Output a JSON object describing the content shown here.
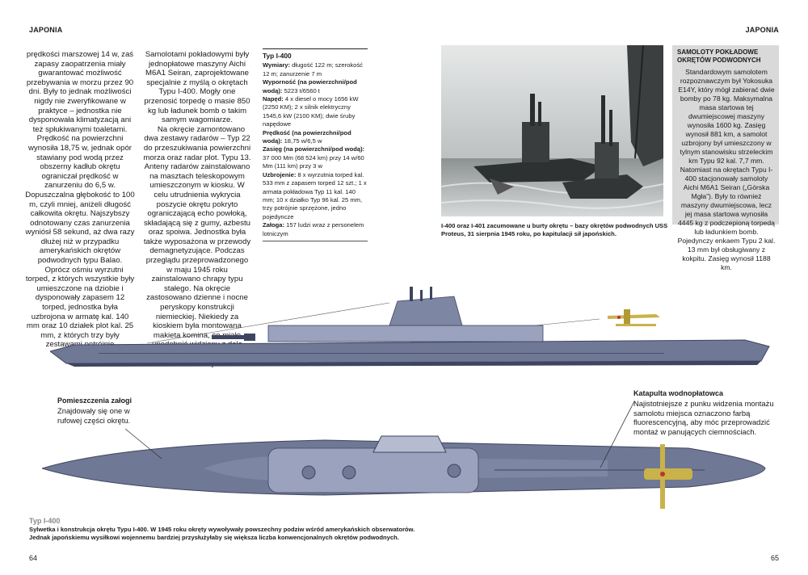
{
  "header": {
    "left": "JAPONIA",
    "right": "JAPONIA"
  },
  "col1": [
    "prędkości marszowej 14 w, zaś zapasy zaopatrzenia miały gwarantować możliwość przebywania w morzu przez 90 dni. Były to jednak możliwości nigdy nie zweryfikowane w praktyce – jednostka nie dysponowała klimatyzacją ani też spłukiwanymi toaletami. Prędkość na powierzchni wynosiła 18,75 w, jednak opór stawiany pod wodą przez obszerny kadłub okrętu ograniczał prędkość w zanurzeniu do 6,5 w. Dopuszczalna głębokość to 100 m, czyli mniej, aniżeli długość całkowita okrętu. Najszybszy odnotowany czas zanurzenia wyniósł 58 sekund, aż dwa razy dłużej niż w przypadku amerykańskich okrętów podwodnych typu Balao.",
    "Oprócz ośmiu wyrzutni torped, z których wszystkie były umieszczone na dziobie i dysponowały zapasem 12 torped, jednostka była uzbrojona w armatę kal. 140 mm oraz 10 działek plot kal. 25 mm, z których trzy były zestawami potrójnie sprzężonymi."
  ],
  "col2": [
    "Samolotami pokładowymi były jednopłatowe maszyny Aichi M6A1 Seiran, zaprojektowane specjalnie z myślą o okrętach Typu I-400. Mogły one przenosić torpedę o masie 850 kg lub ładunek bomb o takim samym wagomiarze.",
    "Na okręcie zamontowano dwa zestawy radarów – Typ 22 do przeszukiwania powierzchni morza oraz radar plot. Typu 13. Anteny radarów zainstalowano na masztach teleskopowym umieszczonym w kiosku. W celu utrudnienia wykrycia poszycie okrętu pokryto ograniczającą echo powłoką, składającą się z gumy, azbestu oraz spoiwa. Jednostka była także wyposażona w przewody demagnetyzujące. Podczas przeglądu przeprowadzonego w maju 1945 roku zainstalowano chrapy typu stałego. Na okręcie zastosowano dzienne i nocne peryskopy konstrukcji niemieckiej. Niekiedy za kioskiem była montowana makieta komina, co miało upodobnić widziany z dala okręt do zwykłej jednostki handlowej."
  ],
  "spec": {
    "title": "Typ I-400",
    "rows": [
      {
        "label": "Wymiary:",
        "text": " długość 122 m; szerokość 12 m; zanurzenie 7 m"
      },
      {
        "label": "Wyporność (na powierzchni/pod wodą):",
        "text": " 5223 t/6560 t"
      },
      {
        "label": "Napęd:",
        "text": " 4 x diesel o mocy 1656 kW (2250 KM); 2 x silnik elektryczny 1545,6 kW (2100 KM); dwie śruby napędowe"
      },
      {
        "label": "Prędkość (na powierzchni/pod wodą):",
        "text": " 18,75 w/6,5 w"
      },
      {
        "label": "Zasięg (na powierzchni/pod wodą):",
        "text": " 37 000 Mm (68 524 km) przy 14 w/60 Mm (111 km) przy 3 w"
      },
      {
        "label": "Uzbrojenie:",
        "text": " 8 x wyrzutnia torped kal. 533 mm z zapasem torped 12 szt.; 1 x armata pokładowa Typ 11 kal. 140 mm; 10 x działko Typ 96 kal. 25 mm, trzy potrójnie sprzężone, jedno pojedyncze"
      },
      {
        "label": "Załoga:",
        "text": " 157 ludzi wraz z personelem lotniczym"
      }
    ]
  },
  "photo_caption": "I-400 oraz I-401 zacumowane u burty okrętu – bazy okrętów podwodnych USS Proteus, 31 sierpnia 1945 roku, po kapitulacji sił japońskich.",
  "sidebar": {
    "title": "SAMOLOTY POKŁADOWE OKRĘTÓW PODWODNYCH",
    "body": "Standardowym samolotem rozpoznawczym był Yokosuka E14Y, który mógł zabierać dwie bomby po 78 kg. Maksymalna masa startowa tej dwumiejscowej maszyny wynosiła 1600 kg. Zasięg wynosił 881 km, a samolot uzbrojony był umieszczony w tylnym stanowisku strzeleckim km Typu 92 kal. 7,7 mm. Natomiast na okrętach Typu I-400 stacjonowały samoloty Aichi M6A1 Seiran („Górska Mgła”). Były to również maszyny dwumiejscowa, lecz jej masa startowa wynosiła 4445 kg z podczepioną torpedą lub ładunkiem bomb. Pojedynczy enkaem Typu 2 kal. 13 mm był obsługiwany z kokpitu. Zasięg wynosił 1188 km."
  },
  "annotations": {
    "crew_title": "Pomieszczenia załogi",
    "crew_text": "Znajdowały się one w rufowej części okrętu.",
    "catapult_title": "Katapulta wodnopłatowca",
    "catapult_text": "Najistotniejsze z punku widzenia montażu samolotu miejsca oznaczono farbą fluorescencyjną, aby móc przeprowadzić montaż w panujących ciemnościach."
  },
  "caption": {
    "title": "Typ I-400",
    "body": "Sylwetka i konstrukcja okrętu Typu I-400. W 1945 roku okręty wywoływały powszechny podziw wśród amerykańskich obserwatorów. Jednak japońskiemu wysiłkowi wojennemu bardziej przysłużyłaby się większa liczba konwencjonalnych okrętów podwodnych."
  },
  "page_numbers": {
    "left": "64",
    "right": "65"
  },
  "colors": {
    "hull": "#6f7894",
    "hull_dark": "#3e4560",
    "deck": "#9aa2be",
    "aircraft": "#c9b24a",
    "sidebar_bg": "#d9d9d9"
  }
}
